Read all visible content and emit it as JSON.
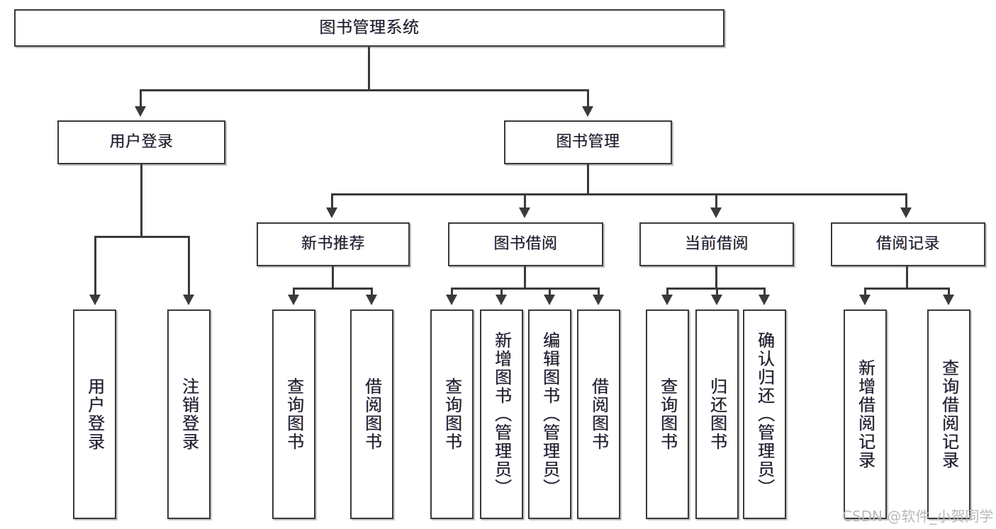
{
  "diagram": {
    "title": "图书管理系统",
    "type": "hierarchy-tree",
    "root": {
      "label": "图书管理系统"
    },
    "level2": [
      {
        "label": "用户登录"
      },
      {
        "label": "图书管理"
      }
    ],
    "level3": [
      {
        "label": "新书推荐"
      },
      {
        "label": "图书借阅"
      },
      {
        "label": "当前借阅"
      },
      {
        "label": "借阅记录"
      }
    ],
    "leaves": {
      "user_login": [
        {
          "label": "用户登录"
        },
        {
          "label": "注销登录"
        }
      ],
      "new_book_recommend": [
        {
          "label": "查询图书"
        },
        {
          "label": "借阅图书"
        }
      ],
      "book_borrow": [
        {
          "label": "查询图书"
        },
        {
          "label": "新增图书（管理员）"
        },
        {
          "label": "编辑图书（管理员）"
        },
        {
          "label": "借阅图书"
        }
      ],
      "current_borrow": [
        {
          "label": "查询图书"
        },
        {
          "label": "归还图书"
        },
        {
          "label": "确认归还（管理员）"
        }
      ],
      "borrow_record": [
        {
          "label": "新增借阅记录"
        },
        {
          "label": "查询借阅记录"
        }
      ]
    }
  },
  "watermark": {
    "text": "CSDN @软件_小贺同学"
  },
  "colors": {
    "stroke": "#3a3a3a",
    "box_fill": "#ffffff",
    "text": "#1b1b2f",
    "watermark": "#b9b9b9",
    "background": "#ffffff"
  }
}
